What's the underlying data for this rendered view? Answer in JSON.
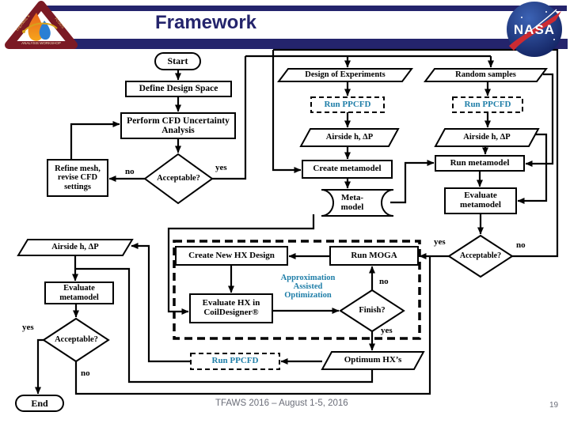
{
  "header": {
    "title": "Framework"
  },
  "footer": {
    "conference": "TFAWS 2016 – August 1-5, 2016",
    "page_number": "19"
  },
  "colors": {
    "navy": "#24246c",
    "teal_accent": "#1f7ea8",
    "line": "#000000",
    "maroon": "#7b1a24"
  },
  "logos": {
    "nasa_text": "NASA",
    "tfaws_left_text": "THERMAL &",
    "tfaws_right_text": "FLUIDS",
    "tfaws_bottom_text": "ANALYSIS WORKSHOP"
  },
  "flowchart": {
    "nodes": {
      "start": "Start",
      "define_design_space": "Define Design Space",
      "perform_cfd": "Perform CFD Uncertainty Analysis",
      "refine_mesh": "Refine mesh, revise CFD settings",
      "acceptable_cfd": "Acceptable?",
      "design_of_experiments": "Design of Experiments",
      "random_samples": "Random samples",
      "run_ppcfd_doe": "Run PPCFD",
      "run_ppcfd_samples": "Run PPCFD",
      "airside_doe": "Airside h, ΔP",
      "airside_samples": "Airside h, ΔP",
      "create_metamodel": "Create metamodel",
      "run_metamodel": "Run metamodel",
      "metamodel": "Meta-\nmodel",
      "evaluate_metamodel_right": "Evaluate metamodel",
      "acceptable_metamodel": "Acceptable?",
      "create_new_hx": "Create New HX Design",
      "run_moga": "Run MOGA",
      "aao_label": "Approximation\nAssisted\nOptimization",
      "evaluate_hx": "Evaluate HX in CoilDesigner®",
      "finish": "Finish?",
      "optimum_hx": "Optimum HX’s",
      "run_ppcfd_optimum": "Run PPCFD",
      "airside_optimum": "Airside h, ΔP",
      "evaluate_metamodel_left": "Evaluate metamodel",
      "acceptable_final": "Acceptable?",
      "end": "End"
    },
    "edge_labels": {
      "no_cfd": "no",
      "yes_cfd": "yes",
      "yes_metamodel": "yes",
      "no_metamodel": "no",
      "no_finish": "no",
      "yes_finish": "yes",
      "yes_final": "yes",
      "no_final": "no"
    }
  }
}
